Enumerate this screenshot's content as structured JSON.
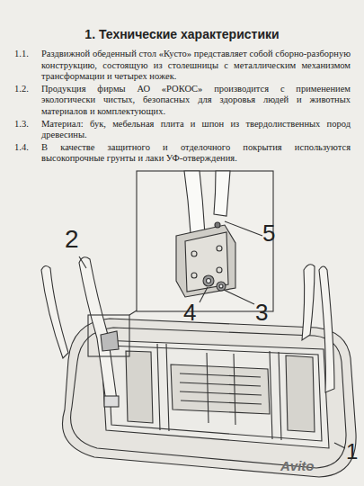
{
  "diagram": {
    "title": "1. Технические характеристики",
    "labels": [
      "1.1.",
      "Раздвижной обеденный стол «Кусто» представляет собой сборно-разборную конструкцию, состоящую из столешницы с металлическим механизмом трансформации и четырех ножек.",
      "1.2.",
      "Продукция фирмы АО «РОКОС» производится с применением экологически чистых, безопасных для здоровья людей и животных материалов и комплектующих.",
      "1.3.",
      "Материал: бук, мебельная плита и шпон из твердолиственных пород древесины.",
      "1.4.",
      "В качестве защитного и отделочного покрытия используются высокопрочные грунты и лаки УФ-отверждения.",
      "2",
      "5",
      "4",
      "3",
      "1",
      "Avito"
    ]
  }
}
